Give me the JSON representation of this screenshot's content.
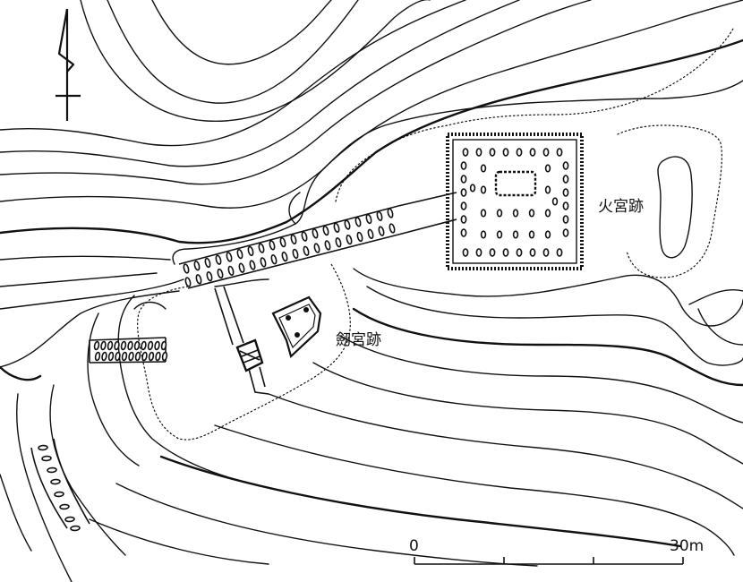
{
  "map": {
    "labels": {
      "hinomiya": "火宮跡",
      "tsurugimiya": "劒宮跡"
    },
    "scale": {
      "start": "0",
      "end": "30m"
    },
    "north_arrow": "north-arrow-icon"
  }
}
